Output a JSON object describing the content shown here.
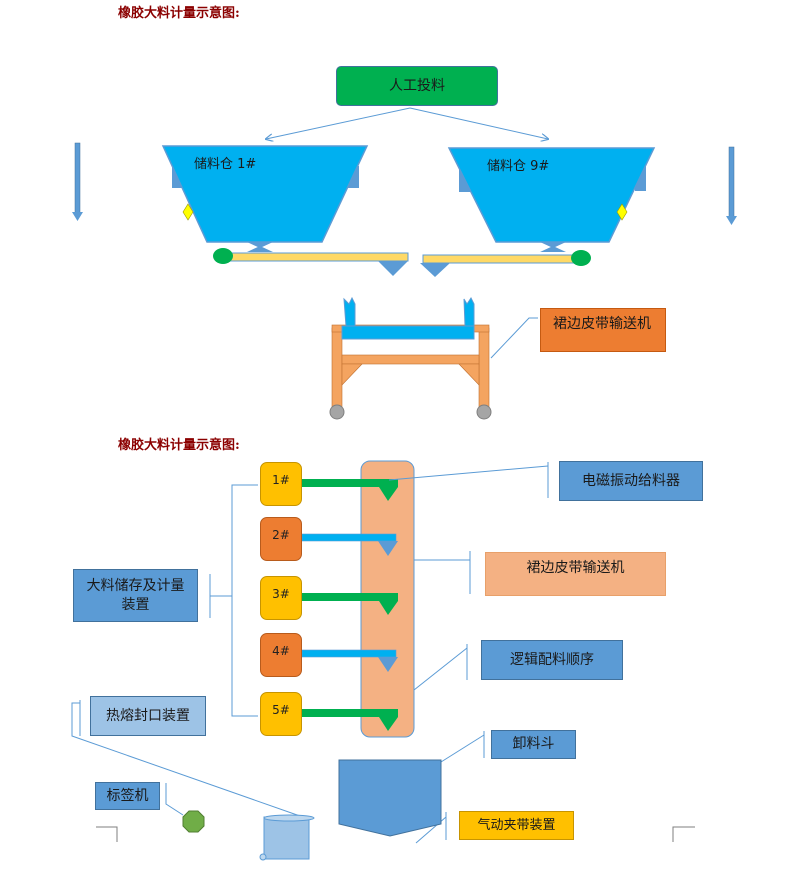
{
  "titles": {
    "top": "橡胶大料计量示意图:",
    "bottom": "橡胶大料计量示意图:"
  },
  "top_diagram": {
    "manual_feed": "人工投料",
    "bin_left": "储料仓 1#",
    "bin_right": "储料仓 9#",
    "conveyor_label": "裙边皮带输送机"
  },
  "bottom_diagram": {
    "units": [
      "1#",
      "2#",
      "3#",
      "4#",
      "5#"
    ],
    "storage_label": "大料储存及计量装置",
    "vibrating_feeder": "电磁振动给料器",
    "skirt_conveyor": "裙边皮带输送机",
    "logic_sequence": "逻辑配料顺序",
    "discharge_hopper": "卸料斗",
    "heat_seal": "热熔封口装置",
    "labeler": "标签机",
    "pneumatic_clamp": "气动夹带装置"
  },
  "colors": {
    "title": "#8b0000",
    "green": "#00b050",
    "blue_bin": "#00b0f0",
    "steel_blue": "#5b9bd5",
    "orange": "#ed7d31",
    "light_orange": "#f4b183",
    "yellow": "#ffc000",
    "belt": "#ffd966",
    "frame_orange": "#f4a460"
  }
}
